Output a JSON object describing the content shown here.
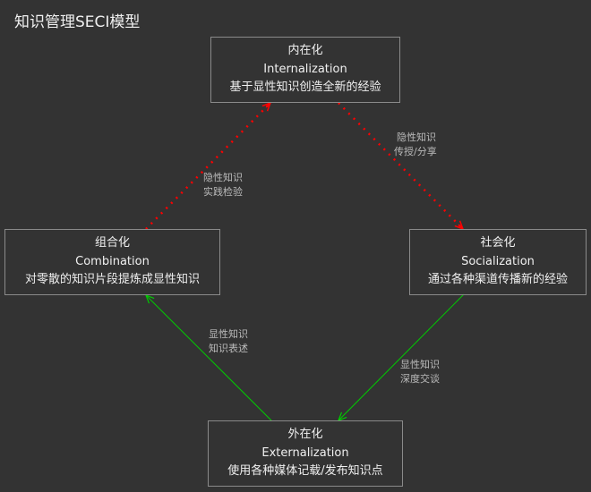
{
  "title": "知识管理SECI模型",
  "colors": {
    "tacit_arrow": "#ff0000",
    "explicit_arrow": "#00cc00",
    "background": "#333333"
  },
  "nodes": {
    "internalization": {
      "name": "内在化",
      "english": "Internalization",
      "desc": "基于显性知识创造全新的经验"
    },
    "combination": {
      "name": "组合化",
      "english": "Combination",
      "desc": "对零散的知识片段提炼成显性知识"
    },
    "socialization": {
      "name": "社会化",
      "english": "Socialization",
      "desc": "通过各种渠道传播新的经验"
    },
    "externalization": {
      "name": "外在化",
      "english": "Externalization",
      "desc": "使用各种媒体记载/发布知识点"
    }
  },
  "edges": {
    "combination_to_internalization": {
      "line1": "隐性知识",
      "line2": "实践检验"
    },
    "internalization_to_socialization": {
      "line1": "隐性知识",
      "line2": "传授/分享"
    },
    "socialization_to_externalization": {
      "line1": "显性知识",
      "line2": "深度交谈"
    },
    "externalization_to_combination": {
      "line1": "显性知识",
      "line2": "知识表述"
    }
  }
}
